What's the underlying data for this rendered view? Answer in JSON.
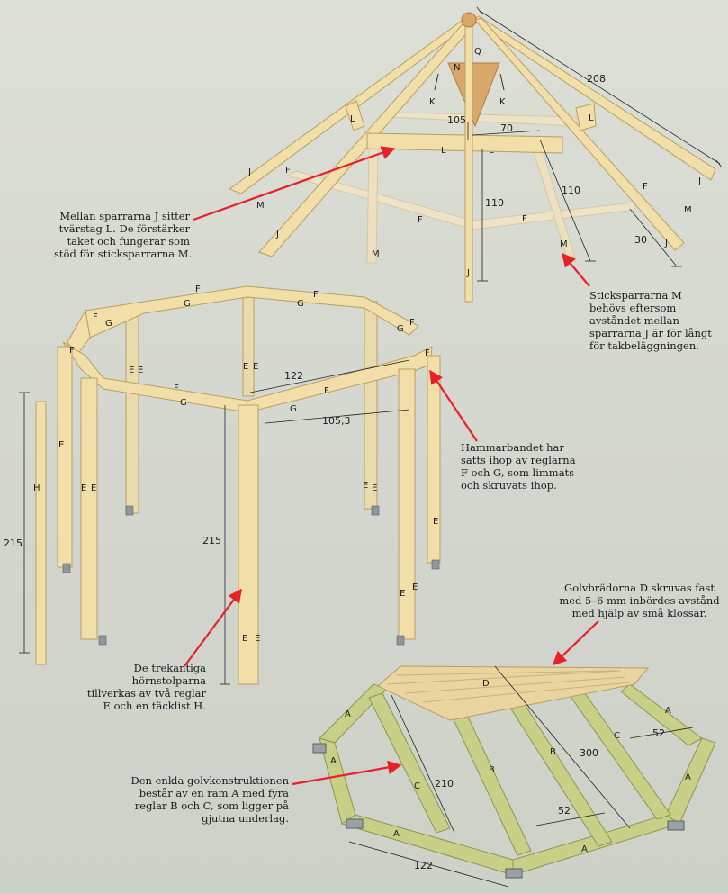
{
  "captions": {
    "roof": [
      "Mellan sparrarna J sitter",
      "tvärstag L. De förstärker",
      "taket och fungerar som",
      "stöd för sticksparrarna M."
    ],
    "sticksparrar": [
      "Sticksparrarna M",
      "behövs eftersom",
      "avståndet mellan",
      "sparrarna J är för långt",
      "för takbeläggningen."
    ],
    "hammarband": [
      "Hammarbandet har",
      "satts ihop av reglarna",
      "F och G, som limmats",
      "och skruvats ihop."
    ],
    "horn": [
      "De trekantiga",
      "hörnstolparna",
      "tillverkas av två reglar",
      "E och en täcklist H."
    ],
    "golvbradorna": [
      "Golvbrädorna D skruvas fast",
      "med 5–6 mm inbördes avstånd",
      "med hjälp av små klossar."
    ],
    "golv": [
      "Den enkla golvkonstruktionen",
      "består av en ram A med fyra",
      "reglar B och C, som ligger på",
      "gjutna underlag."
    ]
  },
  "dimensions": {
    "d208": "208",
    "d105": "105",
    "d70": "70",
    "d110a": "110",
    "d110b": "110",
    "d30": "30",
    "d122a": "122",
    "d105_3": "105,3",
    "d215a": "215",
    "d215b": "215",
    "d210": "210",
    "d300": "300",
    "d52a": "52",
    "d52b": "52",
    "d122b": "122"
  },
  "parts": {
    "A": "A",
    "B": "B",
    "C": "C",
    "D": "D",
    "E": "E",
    "F": "F",
    "G": "G",
    "H": "H",
    "J": "J",
    "K": "K",
    "L": "L",
    "M": "M",
    "N": "N",
    "Q": "Q"
  },
  "colors": {
    "wood": "#f2dea8",
    "wood_edge": "#b99e60",
    "green_wood": "#c8cf86",
    "green_edge": "#8d9550",
    "arrow": "#e8202a",
    "background": "#d4d7cf"
  }
}
